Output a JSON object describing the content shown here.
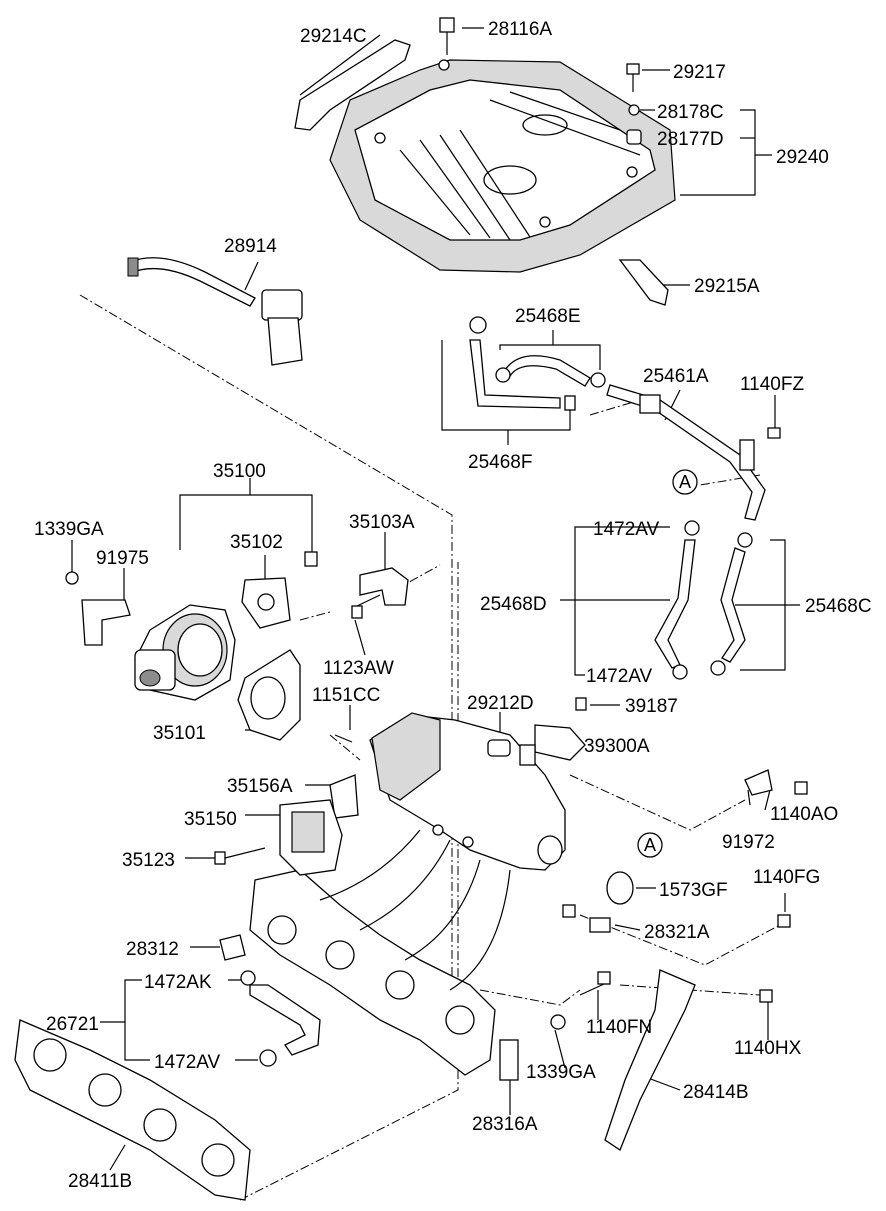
{
  "labels": {
    "p29214C": "29214C",
    "p28116A": "28116A",
    "p29217": "29217",
    "p28178C": "28178C",
    "p28177D": "28177D",
    "p29240": "29240",
    "p28914": "28914",
    "p29215A": "29215A",
    "p25468E": "25468E",
    "p25461A": "25461A",
    "p1140FZ": "1140FZ",
    "p25468F": "25468F",
    "p35100": "35100",
    "p1339GA_top": "1339GA",
    "p35103A": "35103A",
    "p91975": "91975",
    "p35102": "35102",
    "p1472AV_top": "1472AV",
    "p25468D": "25468D",
    "p25468C": "25468C",
    "p1123AW": "1123AW",
    "p1472AV_mid": "1472AV",
    "p1151CC": "1151CC",
    "p29212D": "29212D",
    "p39187": "39187",
    "p35101": "35101",
    "p39300A": "39300A",
    "p35156A": "35156A",
    "p1140AO": "1140AO",
    "p35150": "35150",
    "p91972": "91972",
    "p35123": "35123",
    "p1573GF": "1573GF",
    "p1140FG": "1140FG",
    "p28321A": "28321A",
    "p28312": "28312",
    "p1472AK": "1472AK",
    "p26721": "26721",
    "p1140FN": "1140FN",
    "p1140HX": "1140HX",
    "p1472AV_bot": "1472AV",
    "p1339GA_bot": "1339GA",
    "p28414B": "28414B",
    "p28316A": "28316A",
    "p28411B": "28411B"
  },
  "callouts": {
    "a_upper": "A",
    "a_lower": "A"
  }
}
